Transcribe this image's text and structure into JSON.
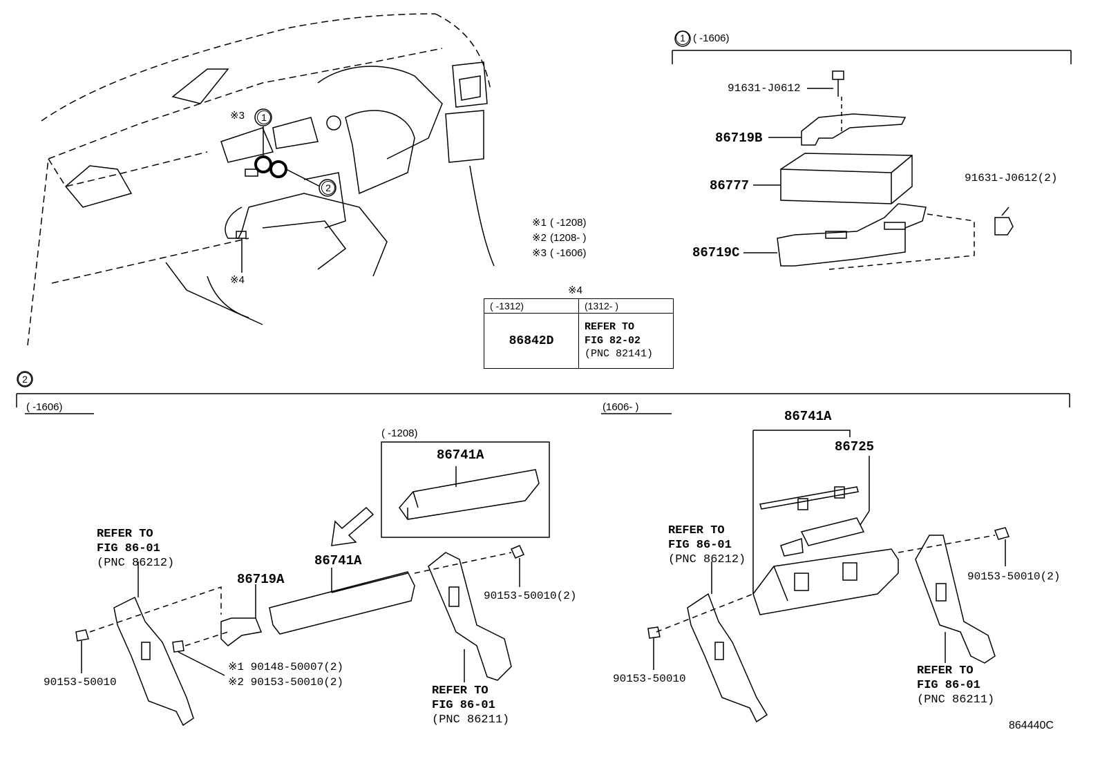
{
  "overview": {
    "callout_1": "1",
    "callout_2": "2",
    "note_3": "※3",
    "note_4": "※4"
  },
  "notes": [
    {
      "mark": "※1",
      "range": "(      -1208)"
    },
    {
      "mark": "※2",
      "range": "(1208-      )"
    },
    {
      "mark": "※3",
      "range": "(      -1606)"
    }
  ],
  "note4_table": {
    "title": "※4",
    "col1_header": "(      -1312)",
    "col2_header": "(1312-      )",
    "col1_value": "86842D",
    "col2_line1": "REFER TO",
    "col2_line2": "FIG 82-02",
    "col2_line3": "(PNC 82141)"
  },
  "section1": {
    "callout": "1",
    "range": "(      -1606)",
    "parts": {
      "bolt_top": "91631-J0612",
      "bracket_b": "86719B",
      "unit": "86777",
      "bolt_right": "91631-J0612(2)",
      "bracket_c": "86719C"
    }
  },
  "section2": {
    "callout": "2",
    "left_range": "(      -1606)",
    "right_range": "(1606-      )",
    "inset_range": "(      -1208)",
    "left": {
      "inset_part": "86741A",
      "main_part": "86741A",
      "bracket_a": "86719A",
      "screw_note1": "※1 90148-50007(2)",
      "screw_note2": "※2 90153-50010(2)",
      "screw_left": "90153-50010",
      "screw_right": "90153-50010(2)",
      "refer_left": [
        "REFER TO",
        "FIG 86-01",
        "(PNC 86212)"
      ],
      "refer_right": [
        "REFER TO",
        "FIG 86-01",
        "(PNC 86211)"
      ]
    },
    "right": {
      "assy": "86741A",
      "sub": "86725",
      "screw_left": "90153-50010",
      "screw_right": "90153-50010(2)",
      "refer_left": [
        "REFER TO",
        "FIG 86-01",
        "(PNC 86212)"
      ],
      "refer_right": [
        "REFER TO",
        "FIG 86-01",
        "(PNC 86211)"
      ]
    }
  },
  "figure_id": "864440C"
}
